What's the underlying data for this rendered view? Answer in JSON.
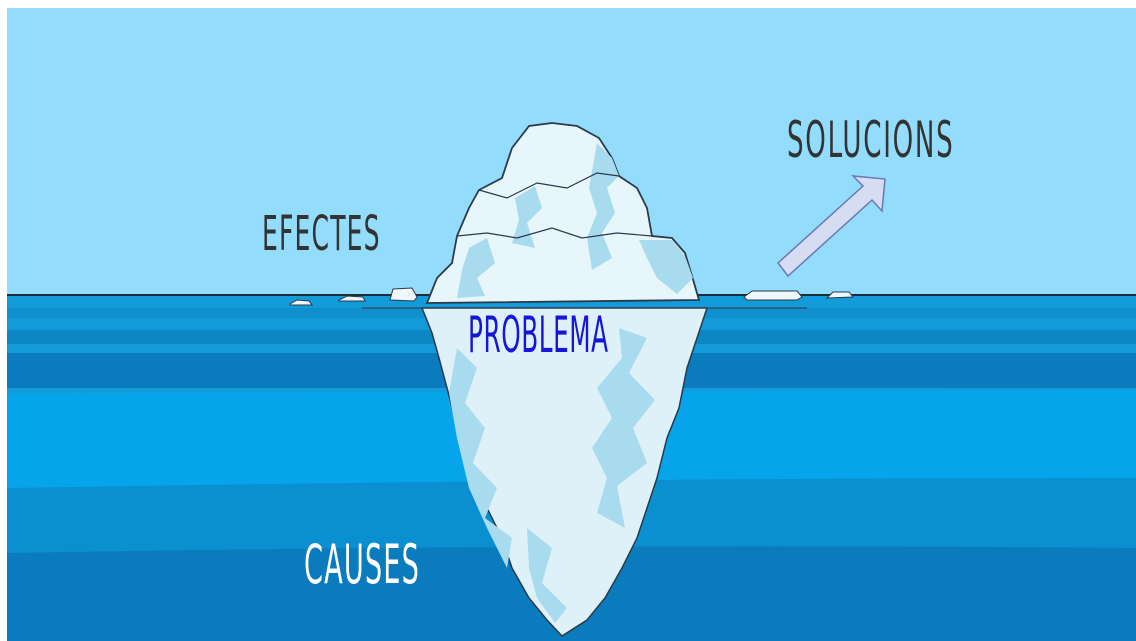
{
  "diagram": {
    "labels": {
      "effects": "EFECTES",
      "solutions": "SOLUCIONS",
      "problem": "PROBLEMA",
      "causes": "CAUSES"
    },
    "colors": {
      "sky": "#93dcfb",
      "sea_surface": "#129bd8",
      "sea_deep": "#0a7bbd",
      "ice": "#e7f6fb",
      "ice_shadow": "#a9dbee",
      "arrow_fill": "#d6dcf2",
      "arrow_stroke": "#6b78b3",
      "problem_text": "#1616d6"
    }
  }
}
